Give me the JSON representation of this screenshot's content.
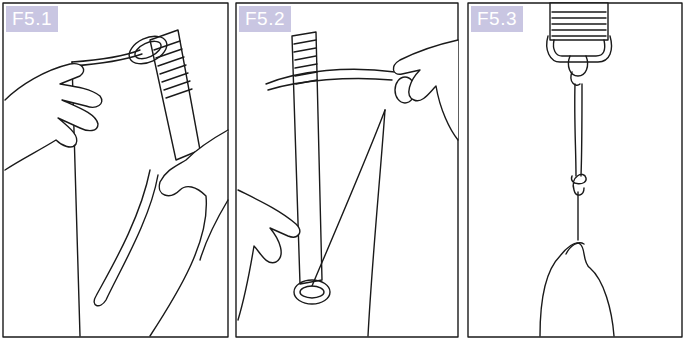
{
  "diagram": {
    "labels": [
      "F5.1",
      "F5.2",
      "F5.3"
    ]
  }
}
